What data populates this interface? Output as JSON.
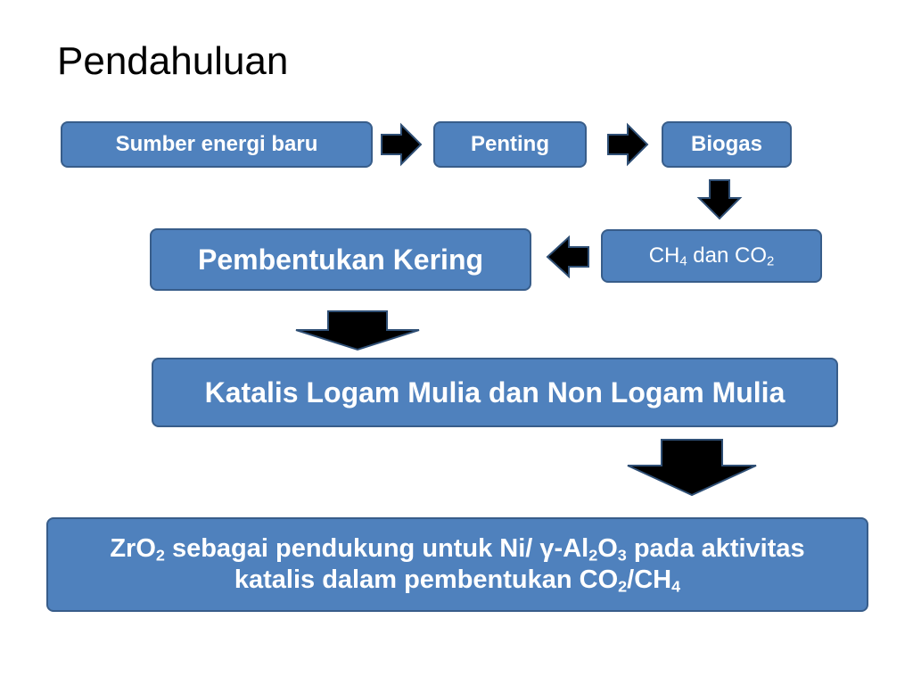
{
  "slide": {
    "title": "Pendahuluan"
  },
  "nodes": {
    "sumber": "Sumber energi baru",
    "penting": "Penting",
    "biogas": "Biogas",
    "ch4co2": {
      "a": "CH",
      "a_sub": "4",
      "b": " dan CO",
      "b_sub": "2"
    },
    "pembentukan": "Pembentukan Kering",
    "katalis": "Katalis Logam Mulia dan Non Logam Mulia",
    "final": {
      "p1": "ZrO",
      "p1_sub": "2",
      "p2": " sebagai pendukung untuk Ni/ γ-Al",
      "p2_sub": "2",
      "p3": "O",
      "p3_sub": "3",
      "p4": " pada aktivitas",
      "l2a": "katalis dalam pembentukan CO",
      "l2a_sub": "2",
      "l2b": "/CH",
      "l2b_sub": "4"
    }
  },
  "colors": {
    "box_fill": "#4f81bd",
    "box_border": "#385d8a",
    "arrow_fill": "#000000",
    "arrow_stroke": "#2f4f75"
  }
}
